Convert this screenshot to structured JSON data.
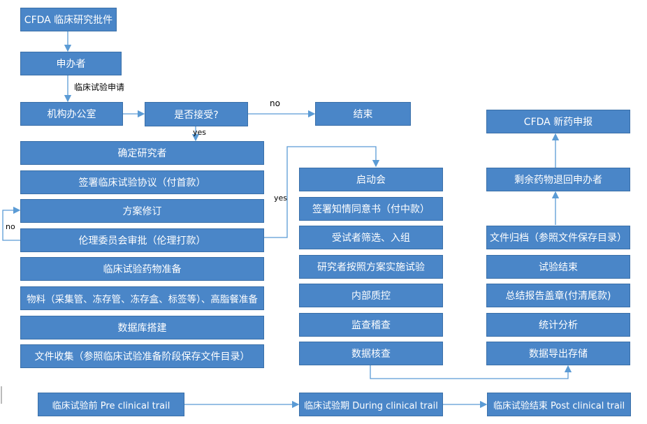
{
  "top": {
    "cfda": "CFDA 临床研究批件",
    "sponsor": "申办者",
    "apply_label": "临床试验申请",
    "office": "机构办公室",
    "accept": "是否接受?",
    "end": "结束",
    "no_label_1": "no",
    "yes_label_1": "yes"
  },
  "pre_steps": [
    "确定研究者",
    "签署临床试验协议（付首款）",
    "方案修订",
    "伦理委员会审批（伦理打款）",
    "临床试验药物准备",
    "物料（采集管、冻存管、冻存盒、标签等）、高脂餐准备",
    "数据库搭建",
    "文件收集（参照临床试验准备阶段保存文件目录）"
  ],
  "side_labels": {
    "no": "no",
    "yes": "yes"
  },
  "during_steps": [
    "启动会",
    "签署知情同意书（付中款）",
    "受试者筛选、入组",
    "研究者按照方案实施试验",
    "内部质控",
    "监查稽查",
    "数据核查"
  ],
  "post_steps": [
    "CFDA 新药申报",
    "剩余药物退回申办者",
    "文件归档（参照文件保存目录）",
    "试验结束",
    "总结报告盖章(付清尾款)",
    "统计分析",
    "数据导出存储"
  ],
  "phases": [
    "临床试验前 Pre clinical trail",
    "临床试验期 During clinical trail",
    "临床试验结束 Post clinical trail"
  ],
  "colors": {
    "box": "#4a86c8",
    "line": "#5b9bd5"
  }
}
